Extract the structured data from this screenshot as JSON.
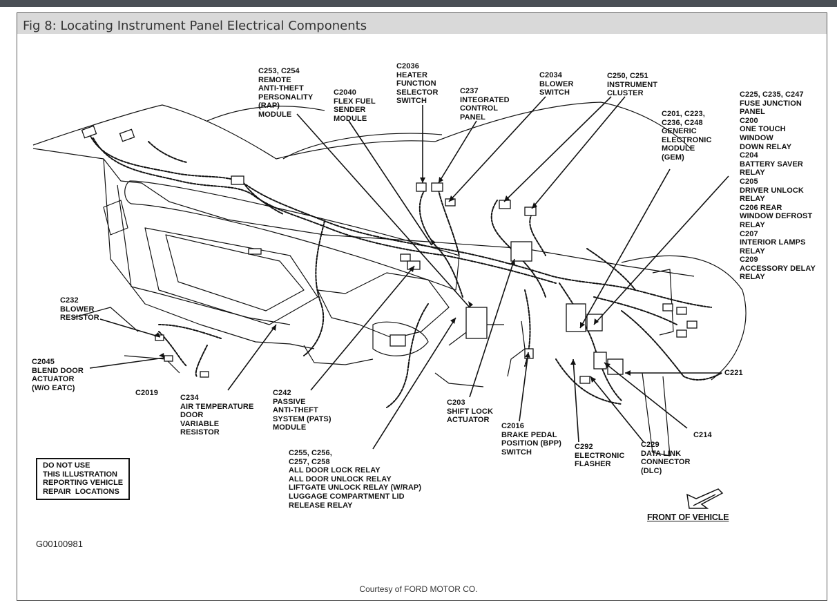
{
  "figure": {
    "title": "Fig 8: Locating Instrument Panel Electrical Components",
    "figure_id": "G00100981",
    "credit": "Courtesy of FORD MOTOR CO.",
    "notice": "DO NOT USE\nTHIS ILLUSTRATION\nREPORTING VEHICLE\nREPAIR  LOCATIONS",
    "front_of_vehicle": "FRONT OF VEHICLE",
    "colors": {
      "ink": "#111111",
      "frame": "#5a5a5a",
      "title_bar": "#d9d9d9",
      "top_bar": "#4a4f55"
    }
  },
  "labels": {
    "c253": "C253, C254\nREMOTE\nANTI-THEFT\nPERSONALITY\n(RAP)\nMODULE",
    "c2036": "C2036\nHEATER\nFUNCTION\nSELECTOR\nSWITCH",
    "c2040": "C2040\nFLEX FUEL\nSENDER\nMODULE",
    "c237": "C237\nINTEGRATED\nCONTROL\nPANEL",
    "c2034": "C2034\nBLOWER\nSWITCH",
    "c250": "C250, C251\nINSTRUMENT\nCLUSTER",
    "c201": "C201, C223,\nC236, C248\nGENERIC\nELECTRONIC\nMODULE\n(GEM)",
    "c225": "C225, C235, C247\nFUSE JUNCTION\nPANEL\nC200\nONE TOUCH\nWINDOW\nDOWN RELAY\nC204\nBATTERY SAVER\nRELAY\nC205\nDRIVER UNLOCK\nRELAY\nC206 REAR\nWINDOW DEFROST\nRELAY\nC207\nINTERIOR LAMPS\nRELAY\nC209\nACCESSORY DELAY\nRELAY",
    "c232": "C232\nBLOWER\nRESISTOR",
    "c2045": "C2045\nBLEND DOOR\nACTUATOR\n(W/O EATC)",
    "c2019": "C2019",
    "c234": "C234\nAIR TEMPERATURE\nDOOR\nVARIABLE\nRESISTOR",
    "c242": "C242\nPASSIVE\nANTI-THEFT\nSYSTEM (PATS)\nMODULE",
    "c255": "C255, C256,\nC257, C258\nALL DOOR LOCK RELAY\nALL DOOR UNLOCK RELAY\nLIFTGATE UNLOCK RELAY (W/RAP)\nLUGGAGE COMPARTMENT LID\nRELEASE RELAY",
    "c203": "C203\nSHIFT LOCK\nACTUATOR",
    "c2016": "C2016\nBRAKE PEDAL\nPOSITION (BPP)\nSWITCH",
    "c292": "C292\nELECTRONIC\nFLASHER",
    "c229": "C229\nDATA LINK\nCONNECTOR\n(DLC)",
    "c214": "C214",
    "c221": "C221"
  }
}
